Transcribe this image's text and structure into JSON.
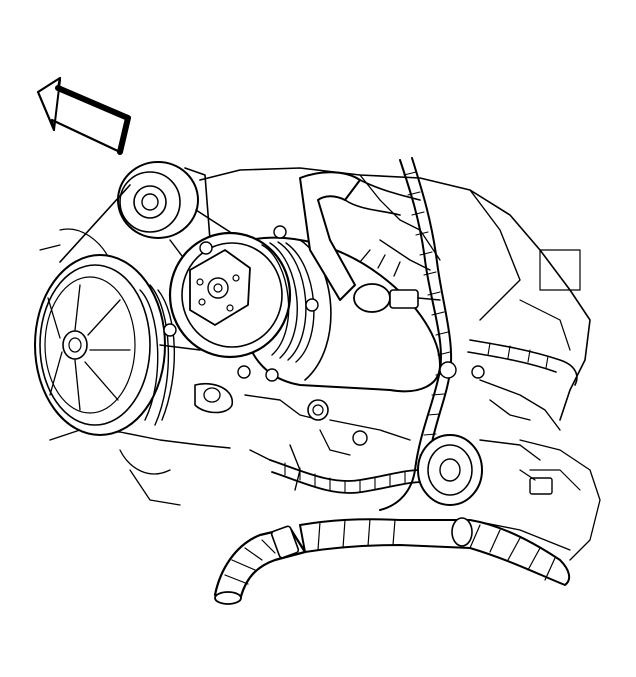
{
  "figure": {
    "colors": {
      "ink": "#000000",
      "background": "#ffffff"
    },
    "icons": {
      "direction_arrow": "front-of-vehicle-arrow-icon"
    },
    "components": [
      "ac-compressor",
      "idler-pulley",
      "crankshaft-balancer-pulley",
      "refrigerant-hose-assembly",
      "wiring-harness",
      "coolant-hose",
      "small-pulley"
    ]
  }
}
